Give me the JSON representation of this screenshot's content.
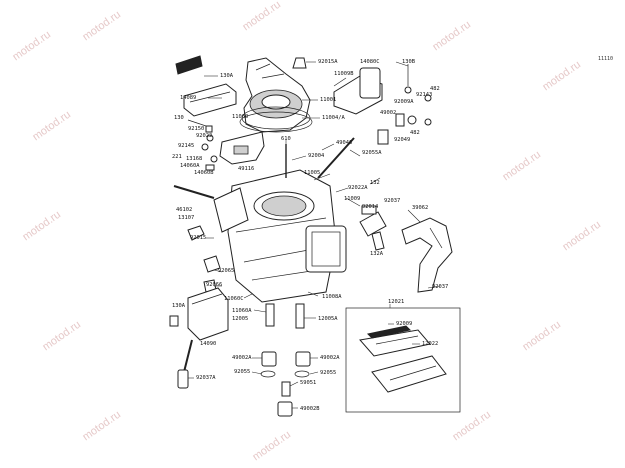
{
  "diagram_ref": "11110",
  "watermark": "motod.ru",
  "labels": {
    "l92015A": "92015A",
    "l130A": "130A",
    "l14089": "14089",
    "l130": "130",
    "l92150": "92150",
    "l92022": "92022",
    "l92145": "92145",
    "l221": "221",
    "l13168": "13168",
    "l14060A": "14060A",
    "l14060B": "14060B",
    "l11060": "11060",
    "l49116": "49116",
    "l610": "610",
    "l11001": "11001",
    "l11004A": "11004/A",
    "l11009B": "11009B",
    "l14080C": "14080C",
    "l130B": "130B",
    "l92009A": "92009A",
    "l482a": "482",
    "l92143": "92143",
    "l49002": "49002",
    "l482b": "482",
    "l92049": "92049",
    "l49046": "49046",
    "l92004": "92004",
    "l92055A": "92055A",
    "l11005": "11005",
    "l92022A": "92022A",
    "l132": "132",
    "l11009": "11009",
    "l92014": "92014",
    "l92037a": "92037",
    "l39062": "39062",
    "l46102": "46102",
    "l13107": "13107",
    "l92015": "92015",
    "l132A": "132A",
    "l92065": "92065",
    "l92066": "92066",
    "l92037b": "92037",
    "l11060C": "11060C",
    "l11008A": "11008A",
    "l130a": "130A",
    "l11060A": "11060A",
    "l12005": "12005",
    "l12005A": "12005A",
    "l12021": "12021",
    "l92009": "92009",
    "l14090": "14090",
    "l12022": "12022",
    "l49002A": "49002A",
    "l49002Ab": "49002A",
    "l92055": "92055",
    "l92055b": "92055",
    "l92037A": "92037A",
    "l59051": "59051",
    "l49002B": "49002B"
  }
}
